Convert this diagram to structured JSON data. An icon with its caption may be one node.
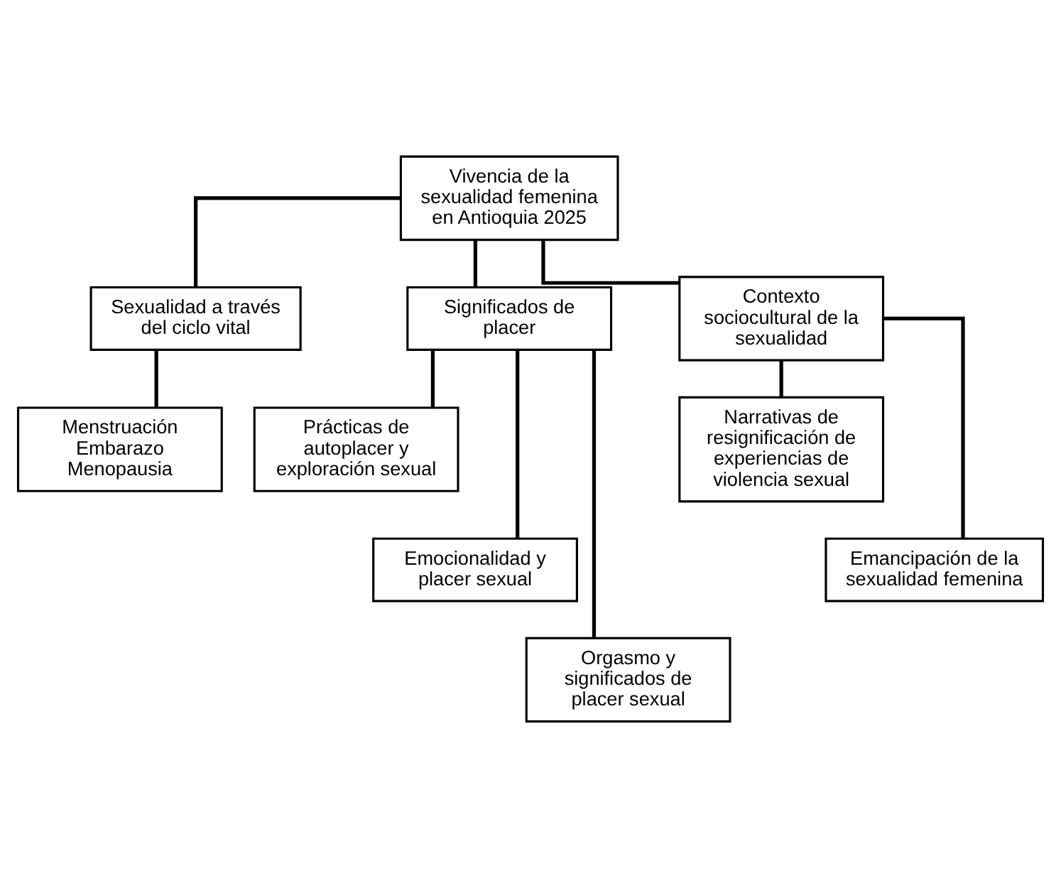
{
  "diagram": {
    "nodes": [
      {
        "text": [
          "Vivencia de la sexualidad femenina en Antioquia 2025"
        ]
      },
      {
        "text": [
          "Sexualidad a través del ciclo vital"
        ]
      },
      {
        "text": [
          "Significados de placer"
        ]
      },
      {
        "text": [
          "Contexto sociocultural de la sexualidad"
        ]
      },
      {
        "text": [
          "Menstruación",
          "Embarazo",
          "Menopausia"
        ]
      },
      {
        "text": [
          "Prácticas de autoplacer y exploración sexual"
        ]
      },
      {
        "text": [
          "Emocionalidad y placer sexual"
        ]
      },
      {
        "text": [
          "Orgasmo y significados de placer sexual"
        ]
      },
      {
        "text": [
          "Narrativas de resignificación de experiencias de violencia sexual"
        ]
      },
      {
        "text": [
          "Emancipación de la sexualidad femenina"
        ]
      }
    ],
    "edges": [
      {
        "from": 0,
        "to": 1,
        "arrow": "none"
      },
      {
        "from": 0,
        "to": 2,
        "arrow": "none"
      },
      {
        "from": 0,
        "to": 3,
        "arrow": "none"
      },
      {
        "from": 1,
        "to": 4,
        "arrow": "none"
      },
      {
        "from": 2,
        "to": 5,
        "arrow": "none"
      },
      {
        "from": 2,
        "to": 6,
        "arrow": "none"
      },
      {
        "from": 2,
        "to": 7,
        "arrow": "none"
      },
      {
        "from": 3,
        "to": 8,
        "arrow": "none"
      },
      {
        "from": 3,
        "to": 9,
        "arrow": "none"
      }
    ]
  }
}
